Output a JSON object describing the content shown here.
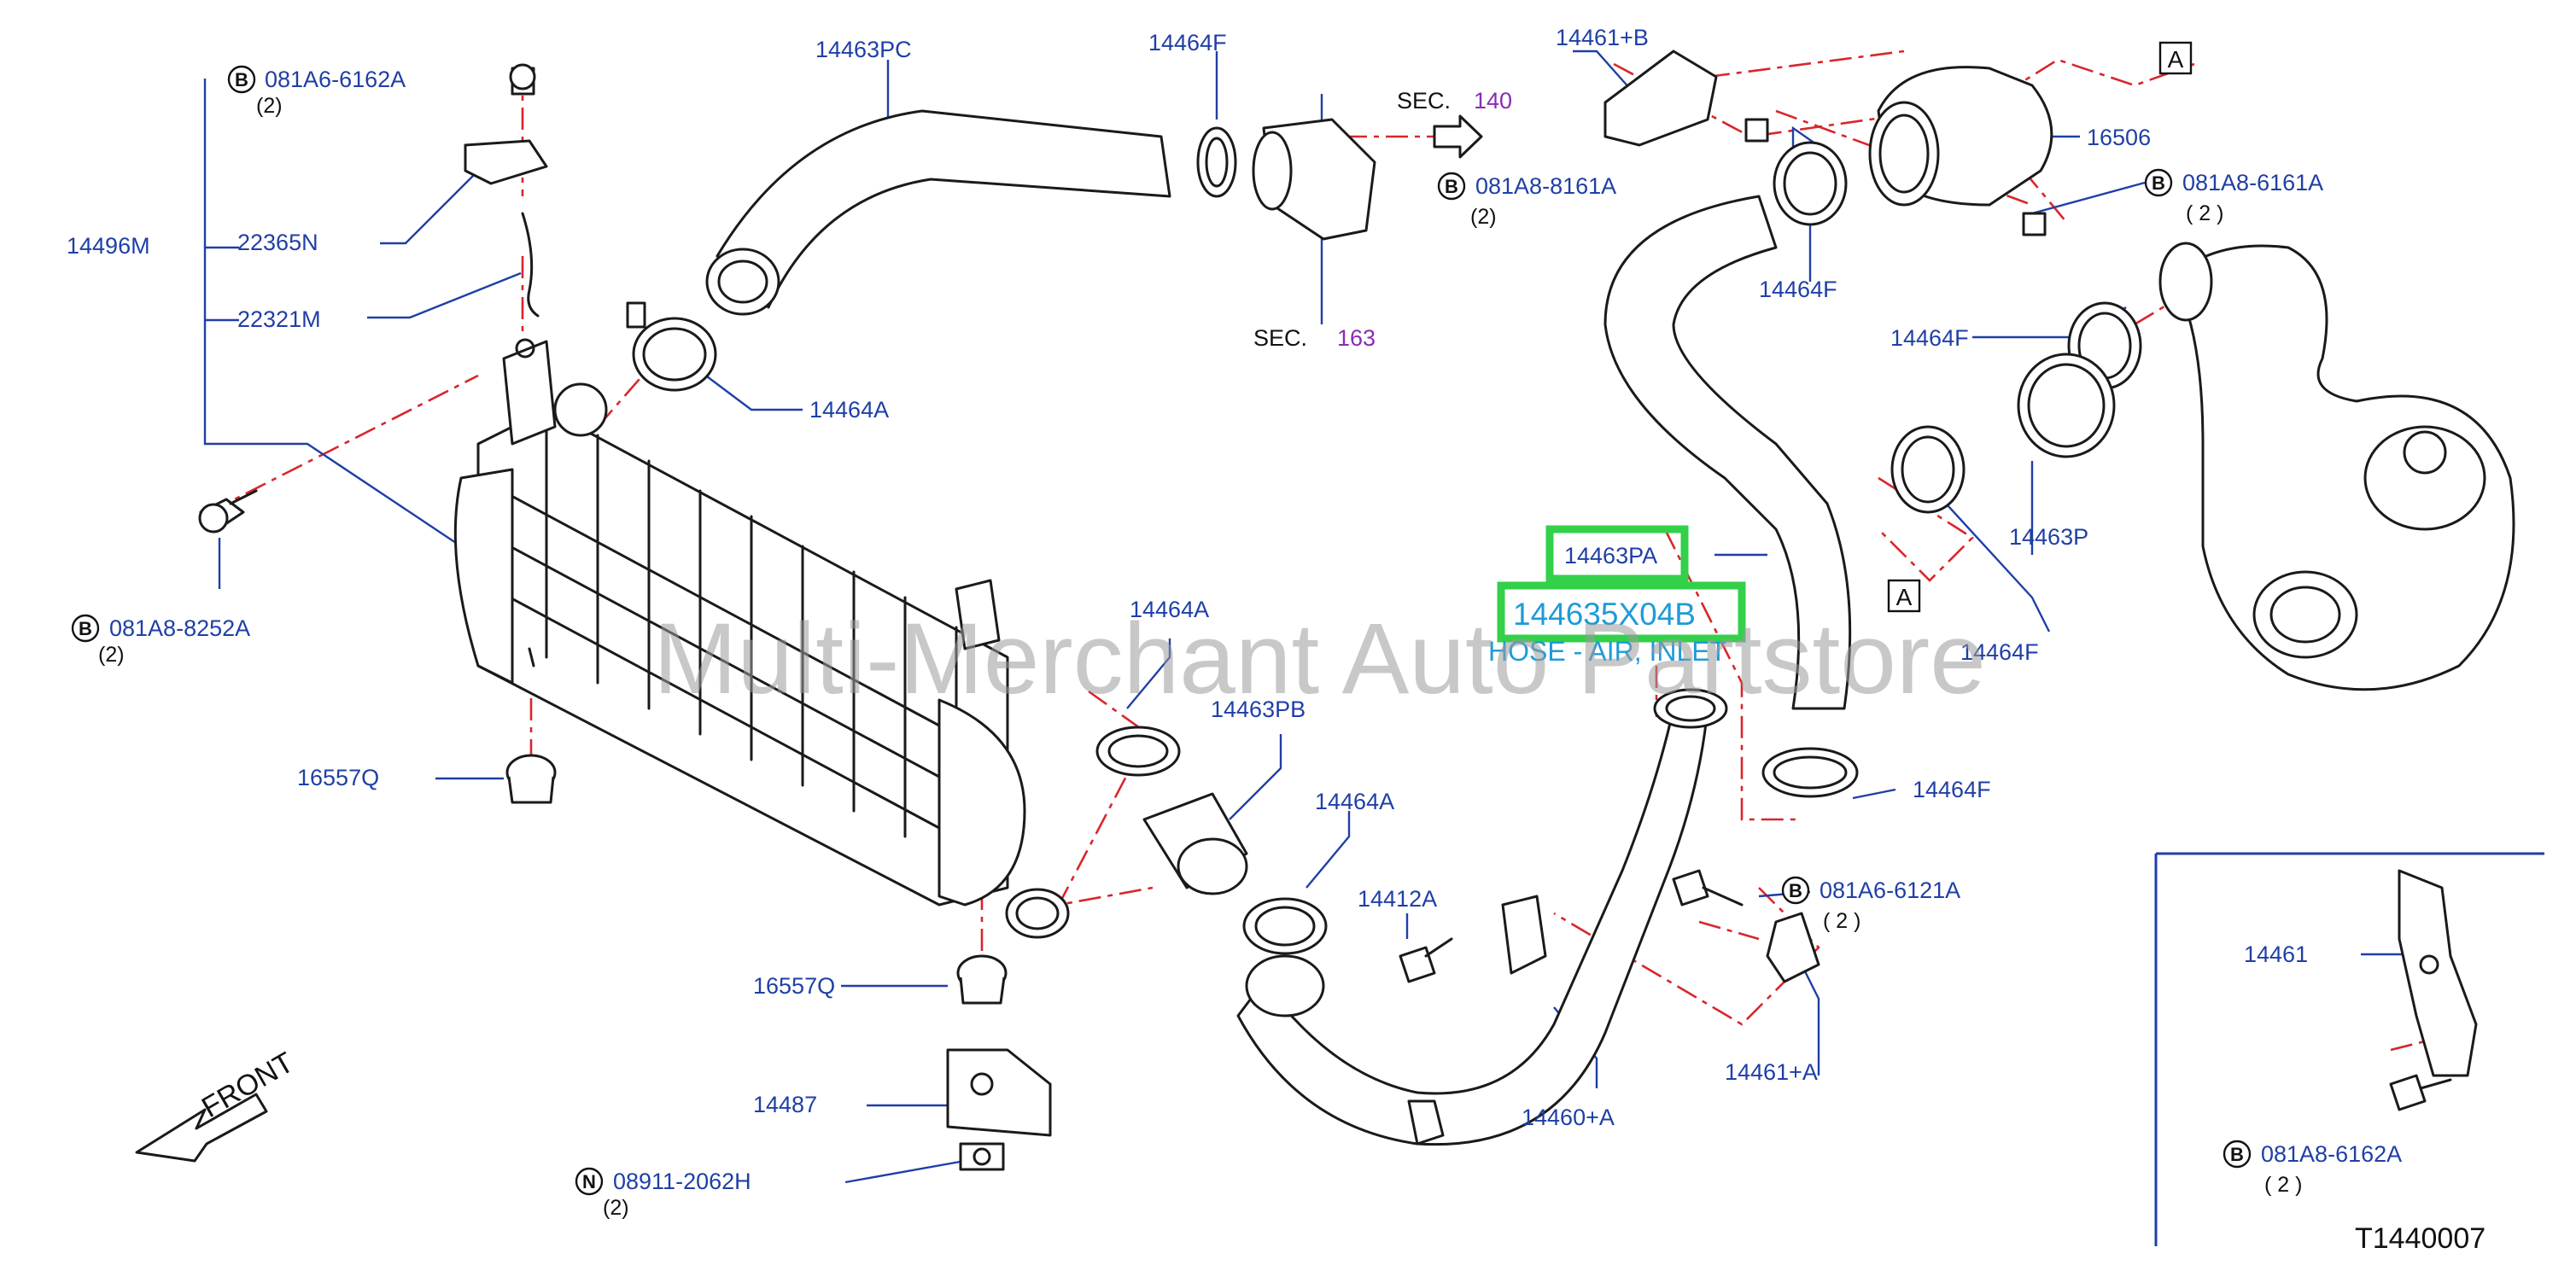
{
  "diagram": {
    "code": "T1440007",
    "front_label": "FRONT",
    "watermark": "Multi-Merchant Auto Partstore",
    "highlight": {
      "part": "14463PA",
      "alt_part": "144635X04B",
      "description": "HOSE - AIR, INLET"
    },
    "parts": {
      "p14496M": "14496M",
      "p22365N": "22365N",
      "p22321M": "22321M",
      "p14463PC": "14463PC",
      "p14464F_top": "14464F",
      "p14464A_top": "14464A",
      "p14464A_mid": "14464A",
      "p14464A_low": "14464A",
      "p14463PB": "14463PB",
      "p14412A": "14412A",
      "p14460A": "14460+A",
      "p14461A": "14461+A",
      "p14461B": "14461+B",
      "p16506": "16506",
      "p14464F_a": "14464F",
      "p14464F_b": "14464F",
      "p14464F_c": "14464F",
      "p14464F_d": "14464F",
      "p14463P": "14463P",
      "p16557Q_a": "16557Q",
      "p16557Q_b": "16557Q",
      "p14487": "14487",
      "p14461": "14461"
    },
    "bolts": {
      "b1": {
        "marker": "B",
        "part": "081A6-6162A",
        "qty": "(2)"
      },
      "b2": {
        "marker": "B",
        "part": "081A8-8252A",
        "qty": "(2)"
      },
      "b3": {
        "marker": "B",
        "part": "081A8-8161A",
        "qty": "(2)"
      },
      "b4": {
        "marker": "B",
        "part": "081A8-6161A",
        "qty": "( 2 )"
      },
      "b5": {
        "marker": "B",
        "part": "081A6-6121A",
        "qty": "( 2 )"
      },
      "b6": {
        "marker": "B",
        "part": "081A8-6162A",
        "qty": "( 2 )"
      },
      "n1": {
        "marker": "N",
        "part": "08911-2062H",
        "qty": "(2)"
      }
    },
    "sections": {
      "s140": {
        "label": "SEC.",
        "num": "140"
      },
      "s163": {
        "label": "SEC.",
        "num": "163"
      }
    },
    "refs": {
      "top": "A",
      "mid": "A"
    }
  }
}
